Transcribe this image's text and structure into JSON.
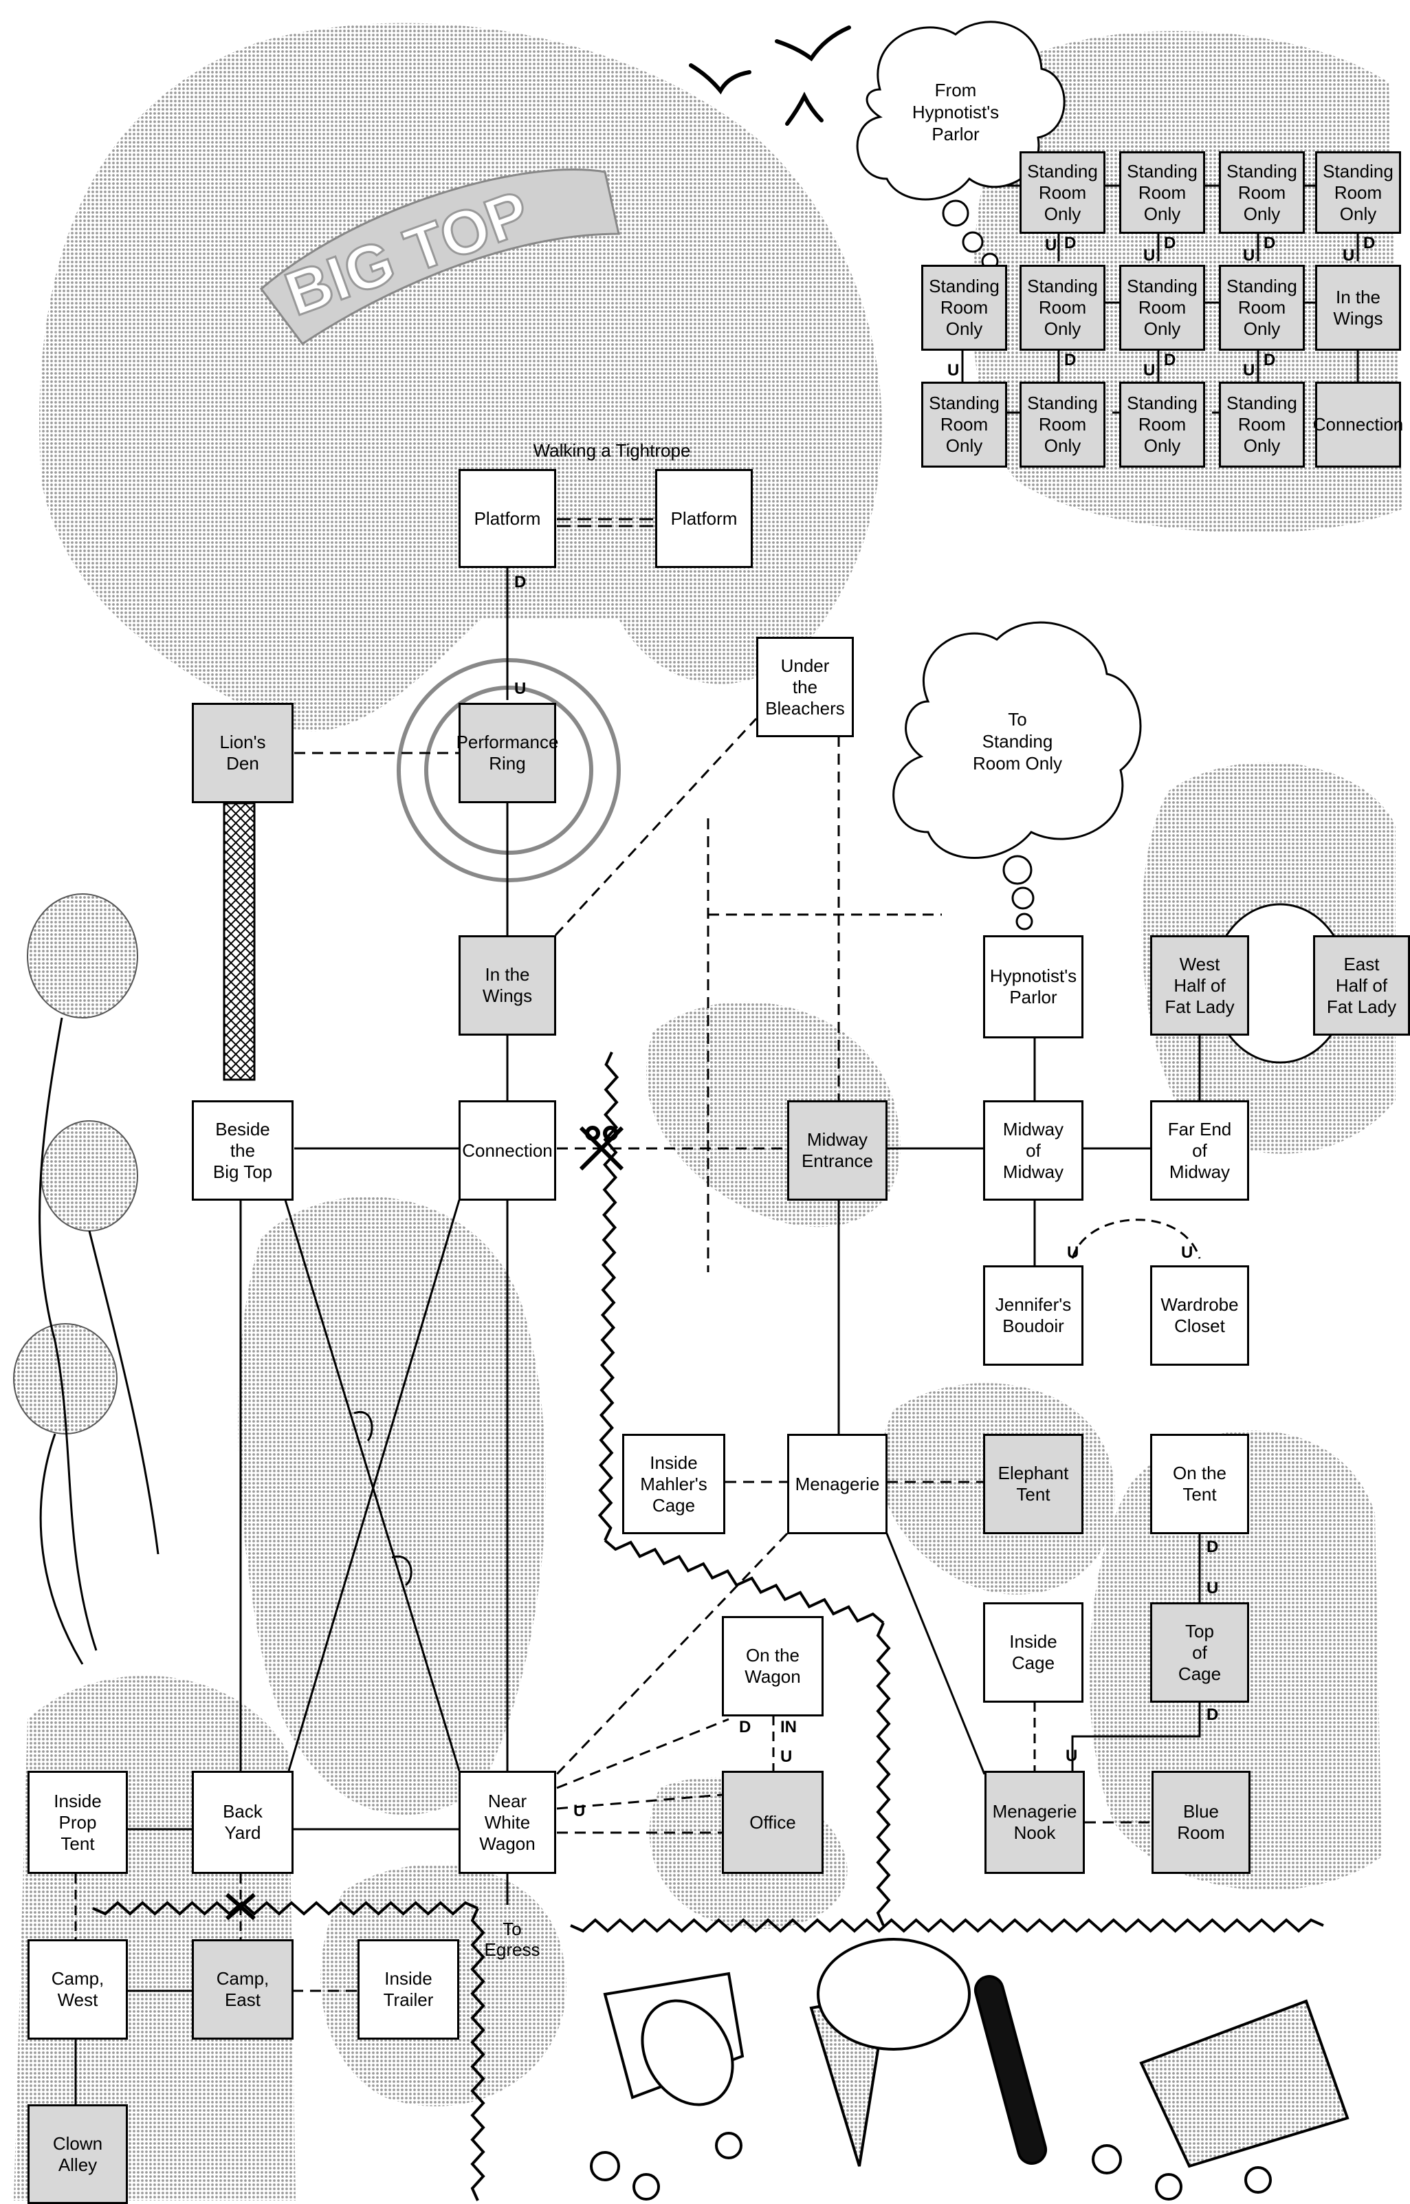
{
  "map": {
    "tightrope_label": "Walking a Tightrope",
    "big_top_sign": "BIG TOP",
    "to_egress": "To\nEgress",
    "cloud_from": "From\nHypnotist's\nParlor",
    "cloud_to": "To\nStanding\nRoom Only"
  },
  "rooms": {
    "platform_1": "Platform",
    "platform_2": "Platform",
    "lions_den": "Lion's\nDen",
    "performance_ring": "Performance\nRing",
    "under_bleachers": "Under\nthe\nBleachers",
    "in_the_wings": "In the\nWings",
    "beside_big_top": "Beside\nthe\nBig Top",
    "connection": "Connection",
    "midway_entrance": "Midway\nEntrance",
    "hypnotists_parlor": "Hypnotist's\nParlor",
    "west_fat_lady": "West\nHalf of\nFat Lady",
    "east_fat_lady": "East\nHalf of\nFat Lady",
    "midway_of_midway": "Midway\nof\nMidway",
    "far_end_midway": "Far End\nof\nMidway",
    "jennifers_boudoir": "Jennifer's\nBoudoir",
    "wardrobe_closet": "Wardrobe\nCloset",
    "inside_mahlers_cage": "Inside\nMahler's\nCage",
    "menagerie": "Menagerie",
    "elephant_tent": "Elephant\nTent",
    "on_the_tent": "On the\nTent",
    "on_the_wagon": "On the\nWagon",
    "inside_cage": "Inside\nCage",
    "top_of_cage": "Top\nof\nCage",
    "inside_prop_tent": "Inside\nProp\nTent",
    "back_yard": "Back\nYard",
    "near_white_wagon": "Near\nWhite\nWagon",
    "office": "Office",
    "menagerie_nook": "Menagerie\nNook",
    "blue_room": "Blue\nRoom",
    "camp_west": "Camp,\nWest",
    "camp_east": "Camp,\nEast",
    "inside_trailer": "Inside\nTrailer",
    "clown_alley": "Clown\nAlley"
  },
  "sro_grid": [
    [
      "Standing\nRoom\nOnly",
      "Standing\nRoom\nOnly",
      "Standing\nRoom\nOnly",
      "Standing\nRoom\nOnly"
    ],
    [
      "Standing\nRoom\nOnly",
      "Standing\nRoom\nOnly",
      "Standing\nRoom\nOnly",
      "Standing\nRoom\nOnly",
      "In the\nWings"
    ],
    [
      "Standing\nRoom\nOnly",
      "Standing\nRoom\nOnly",
      "Standing\nRoom\nOnly",
      "Standing\nRoom\nOnly",
      "Connection"
    ]
  ],
  "dirs": {
    "d": "D",
    "u": "U",
    "in": "IN"
  },
  "colors": {
    "ink": "#000000",
    "shade": "#c8c8c8",
    "paper": "#ffffff"
  }
}
